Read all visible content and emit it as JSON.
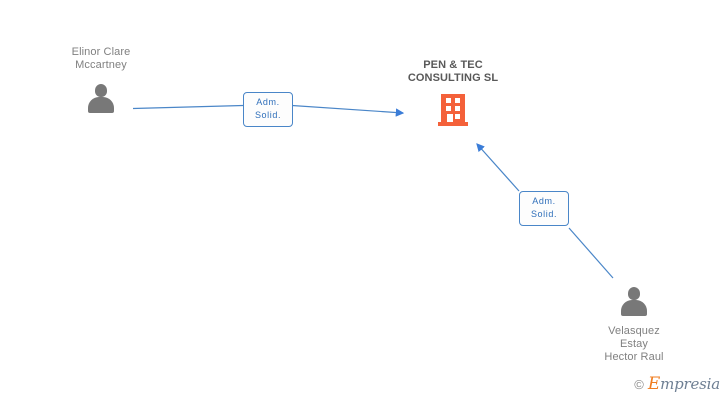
{
  "diagram": {
    "type": "relationship-graph",
    "background_color": "#ffffff",
    "accent_color": "#f4613a",
    "edge_color": "#4a86c8",
    "person_color": "#787878",
    "nodes": [
      {
        "id": "person-elinor",
        "kind": "person",
        "icon": "person-icon",
        "label": "Elinor Clare\nMccartney",
        "label_position": "above"
      },
      {
        "id": "company-pen-tec",
        "kind": "company",
        "icon": "building-icon",
        "label": "PEN & TEC\nCONSULTING SL",
        "label_position": "above"
      },
      {
        "id": "person-velasquez",
        "kind": "person",
        "icon": "person-icon",
        "label": "Velasquez\nEstay\nHector Raul",
        "label_position": "below"
      }
    ],
    "edges": [
      {
        "id": "edge-elinor-to-company",
        "from": "person-elinor",
        "to": "company-pen-tec",
        "label": "Adm.\nSolid.",
        "arrow": "to-company"
      },
      {
        "id": "edge-velasquez-to-company",
        "from": "person-velasquez",
        "to": "company-pen-tec",
        "label": "Adm.\nSolid.",
        "arrow": "to-company"
      }
    ]
  },
  "watermark": {
    "copyright": "©",
    "brand_initial": "E",
    "brand_rest": "mpresia"
  }
}
